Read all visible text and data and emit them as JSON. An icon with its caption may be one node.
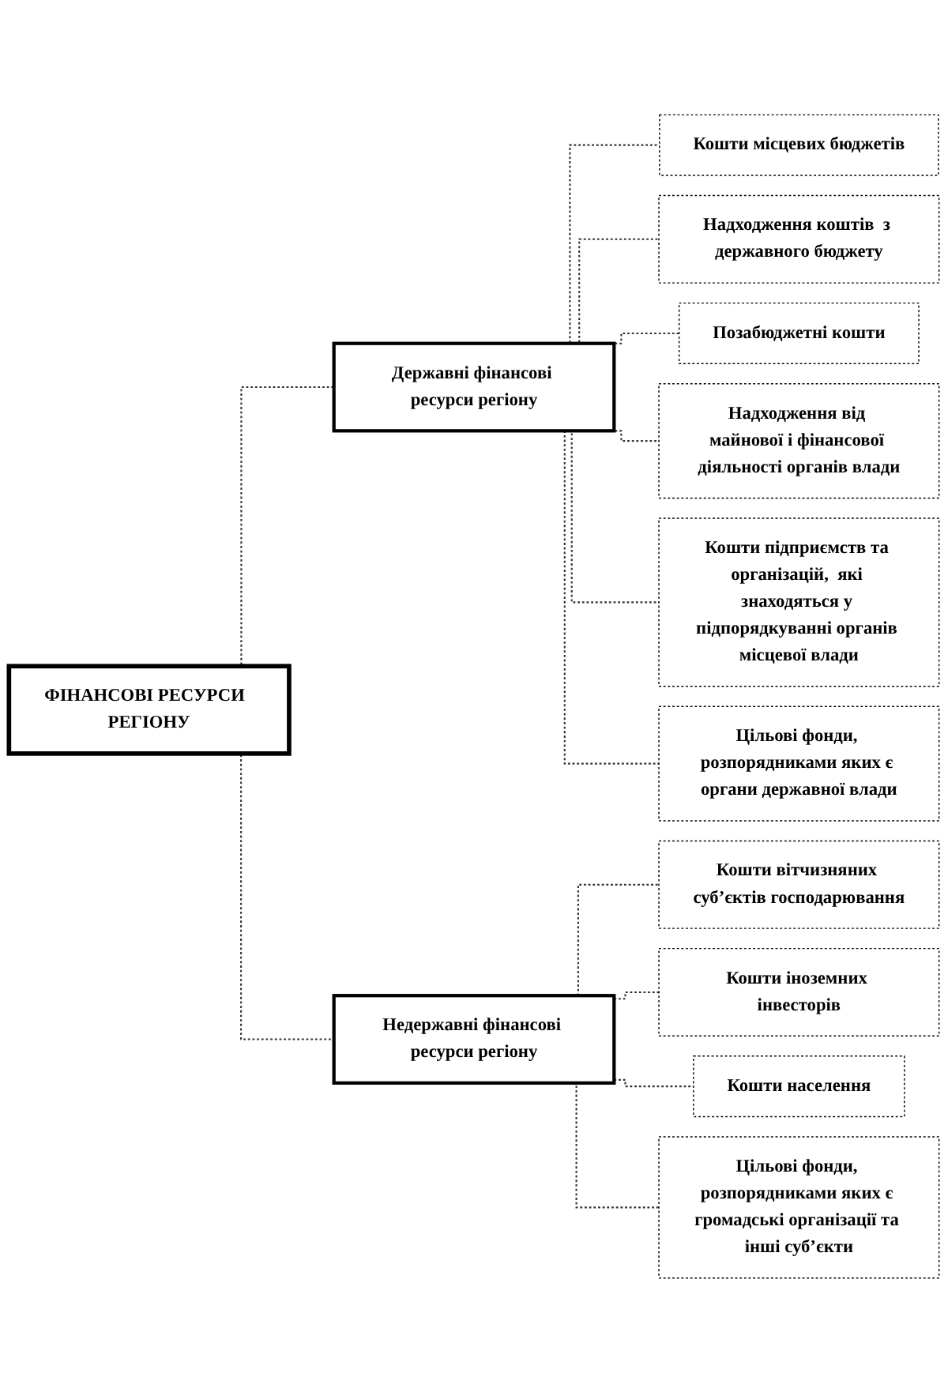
{
  "diagram": {
    "nodes": [
      {
        "text": [
          "ФІНАНСОВІ РЕСУРСИ  РЕГІОНУ"
        ]
      },
      {
        "text": [
          "Державні фінансові ресурси регіону"
        ]
      },
      {
        "text": [
          "Недержавні фінансові ресурси регіону"
        ]
      },
      {
        "text": [
          "Кошти місцевих бюджетів"
        ]
      },
      {
        "text": [
          "Надходження коштів  з державного бюджету"
        ]
      },
      {
        "text": [
          "Позабюджетні кошти"
        ]
      },
      {
        "text": [
          "Надходження від майнової і фінансової діяльності органів влади"
        ]
      },
      {
        "text": [
          "Кошти підприємств та організацій,  які знаходяться у підпорядкуванні органів місцевої влади"
        ]
      },
      {
        "text": [
          "Цільові фонди, розпорядниками яких є органи державної влади"
        ]
      },
      {
        "text": [
          "Кошти вітчизняних суб’єктів господарювання"
        ]
      },
      {
        "text": [
          "Кошти іноземних інвесторів"
        ]
      },
      {
        "text": [
          "Кошти населення"
        ]
      },
      {
        "text": [
          "Цільові фонди, розпорядниками яких є громадські організації та інші суб’єкти"
        ]
      }
    ],
    "edges": [
      {
        "from": 0,
        "to": 1,
        "arrow": "none",
        "style": "dashed"
      },
      {
        "from": 0,
        "to": 2,
        "arrow": "none",
        "style": "dashed"
      },
      {
        "from": 1,
        "to": 3,
        "arrow": "none",
        "style": "dashed"
      },
      {
        "from": 1,
        "to": 4,
        "arrow": "none",
        "style": "dashed"
      },
      {
        "from": 1,
        "to": 5,
        "arrow": "none",
        "style": "dashed"
      },
      {
        "from": 1,
        "to": 6,
        "arrow": "none",
        "style": "dashed"
      },
      {
        "from": 1,
        "to": 7,
        "arrow": "none",
        "style": "dashed"
      },
      {
        "from": 1,
        "to": 8,
        "arrow": "none",
        "style": "dashed"
      },
      {
        "from": 2,
        "to": 9,
        "arrow": "none",
        "style": "dashed"
      },
      {
        "from": 2,
        "to": 10,
        "arrow": "none",
        "style": "dashed"
      },
      {
        "from": 2,
        "to": 11,
        "arrow": "none",
        "style": "dashed"
      },
      {
        "from": 2,
        "to": 12,
        "arrow": "none",
        "style": "dashed"
      }
    ]
  }
}
